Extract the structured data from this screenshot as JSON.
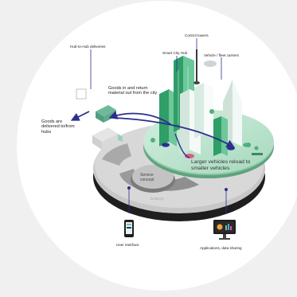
{
  "labels": {
    "hub_to_hub": "Hub-to-Hub  deliveries",
    "control_towers": "Control towers",
    "smart_city_hub": "Smart City Hub",
    "vehicle_fleet": "Vehicle / fleet carriers",
    "goods_in": "Goods in and return material out from the city",
    "goods_delivered": "Goods are delivered to/from hubs",
    "larger_vehicles": "Larger vehicles reload to smaller vehicles",
    "service_concept": "Service concept",
    "delivery": "Delivery",
    "user_interface": "User interface",
    "applications": "Applications, data sharing"
  },
  "colors": {
    "background": "#f0f0f1",
    "disc": "#ffffff",
    "platform_top": "#b8e2cf",
    "platform_side": "#9fcfb6",
    "tower_green": "#2f9e67",
    "tower_green_light": "#6cc79a",
    "tower_white": "#e9f3ee",
    "ring_gray": "#b9b9b9",
    "ring_dark": "#1e1e1e",
    "arrow_navy": "#2b2f8c",
    "accent_pink": "#e05a8a"
  }
}
